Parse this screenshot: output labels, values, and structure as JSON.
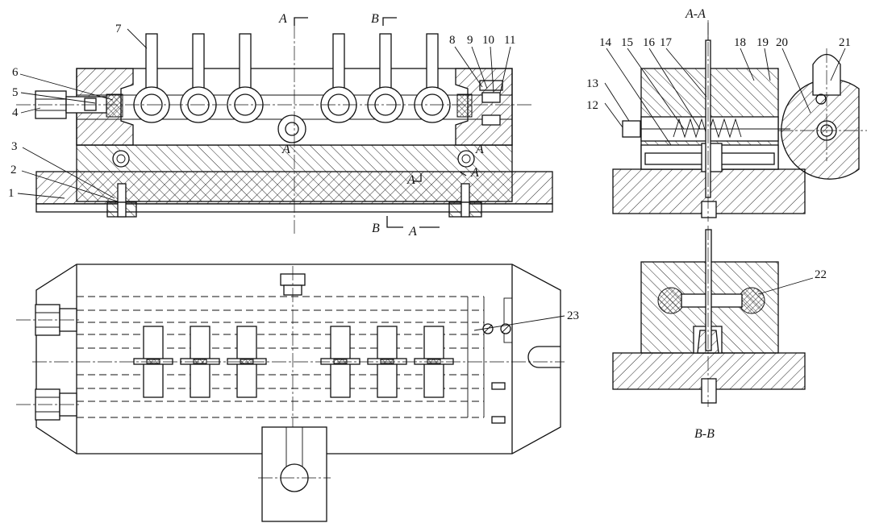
{
  "section_titles": {
    "aa": "A-A",
    "bb": "B-B"
  },
  "section_marks": {
    "a_top": "A",
    "b_top": "B",
    "a_mid": "A",
    "a_right1": "A",
    "a_right2": "A",
    "a_right3": "A",
    "a_bottom": "A",
    "b_bottom": "B"
  },
  "part_numbers": [
    "1",
    "2",
    "3",
    "4",
    "5",
    "6",
    "7",
    "8",
    "9",
    "10",
    "11",
    "12",
    "13",
    "14",
    "15",
    "16",
    "17",
    "18",
    "19",
    "20",
    "21",
    "22",
    "23"
  ]
}
